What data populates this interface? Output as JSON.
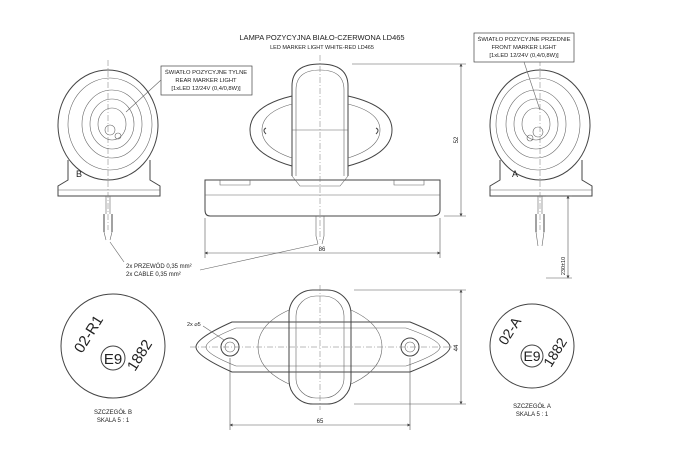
{
  "title": {
    "line1": "LAMPA POZYCYJNA BIAŁO-CZERWONA LD465",
    "line2": "LED MARKER LIGHT WHITE-RED LD465"
  },
  "rear_label": {
    "line1": "ŚWIATŁO POZYCYJNE TYLNE",
    "line2": "REAR MARKER LIGHT",
    "line3": "[1xLED 12/24V (0,4/0,8W)]"
  },
  "front_label": {
    "line1": "ŚWIATŁO POZYCYJNE PRZEDNIE",
    "line2": "FRONT MARKER LIGHT",
    "line3": "[1xLED 12/24V (0,4/0,8W)]"
  },
  "cable_label": {
    "line1": "2x PRZEWÓD 0,35 mm²",
    "line2": "2x CABLE 0,35 mm²"
  },
  "view_letters": {
    "left": "B",
    "right": "A"
  },
  "dimensions": {
    "height": "52",
    "width": "86",
    "depth": "44",
    "base": "65",
    "cable": "230±10",
    "hole": "2x ⌀5"
  },
  "detail_b": {
    "code": "02-R1",
    "number": "1882",
    "mark": "E9",
    "caption1": "SZCZEGÓŁ B",
    "caption2": "SKALA 5 : 1"
  },
  "detail_a": {
    "code": "02-A",
    "number": "1882",
    "mark": "E9",
    "caption1": "SZCZEGÓŁ A",
    "caption2": "SKALA 5 : 1"
  },
  "colors": {
    "line": "#444444",
    "background": "#ffffff"
  }
}
